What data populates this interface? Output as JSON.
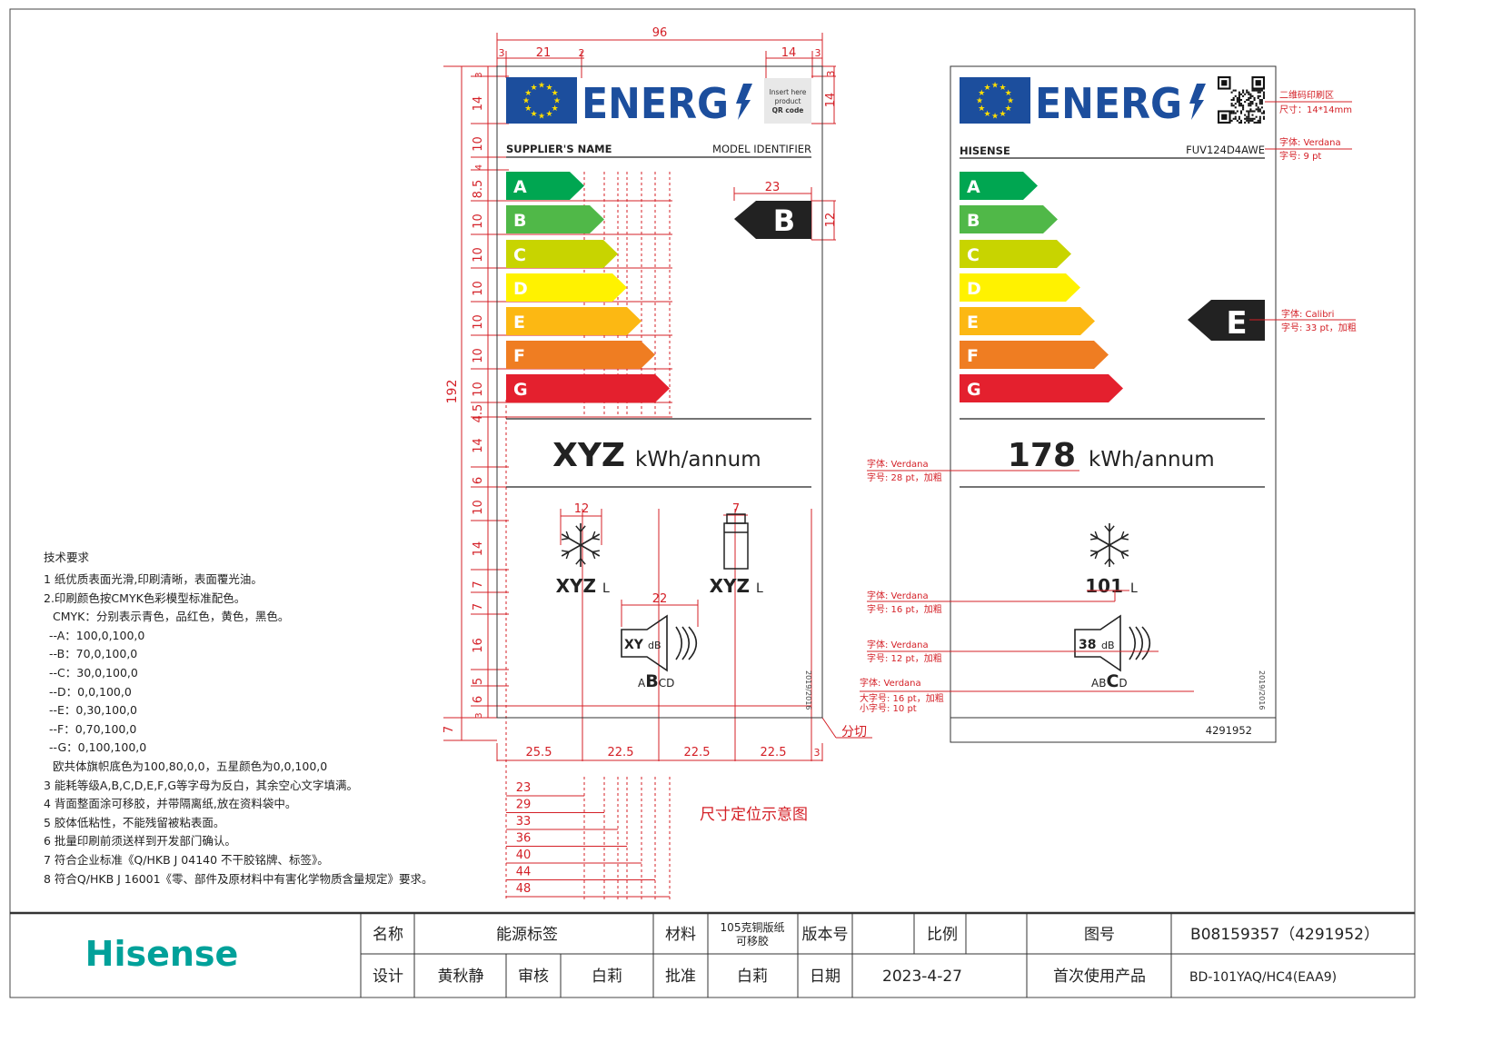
{
  "colors": {
    "A": "#00a651",
    "B": "#50b848",
    "C": "#c8d400",
    "D": "#fff200",
    "E": "#fcb813",
    "F": "#ef7d22",
    "G": "#e4202e",
    "eu_blue": "#1c4e9d",
    "star": "#ffde00",
    "dim_red": "#d42027",
    "hisense": "#00a19a"
  },
  "classes": [
    "A",
    "B",
    "C",
    "D",
    "E",
    "F",
    "G"
  ],
  "template_label": {
    "energy_word": "ENERG",
    "qr_placeholder": [
      "Insert here",
      "product",
      "QR code"
    ],
    "supplier": "SUPPLIER'S NAME",
    "model": "MODEL IDENTIFIER",
    "class_arrow": "B",
    "kwh_value": "XYZ",
    "kwh_unit": "kWh/annum",
    "freezer_value": "XYZ",
    "freezer_unit": "L",
    "fridge_value": "XYZ",
    "fridge_unit": "L",
    "noise_value": "XY",
    "noise_unit": "dB",
    "noise_classes": {
      "pre": "A",
      "big": "B",
      "post": "CD"
    },
    "regulation": "2019/2016"
  },
  "dimensions": {
    "top_total": "96",
    "top": [
      "3",
      "21",
      "2",
      "14",
      "3"
    ],
    "left": [
      "3",
      "14",
      "10",
      "4",
      "8.5",
      "10",
      "10",
      "10",
      "10",
      "10",
      "10",
      "4.5",
      "14",
      "6",
      "10",
      "14",
      "7",
      "7",
      "16",
      "5",
      "6",
      "3"
    ],
    "left_total": "192",
    "bottom_margin": "7",
    "bottom": [
      "25.5",
      "22.5",
      "22.5",
      "22.5",
      "3"
    ],
    "arrow_widths": [
      "23",
      "29",
      "33",
      "36",
      "40",
      "44",
      "48"
    ],
    "qr_height": "14",
    "qr_top": "3",
    "arrow_w": "23",
    "arrow_h": "12",
    "snow_w": "12",
    "bottle_w": "7",
    "speaker_w": "22",
    "cut_label": "分切",
    "diagram_title": "尺寸定位示意图"
  },
  "filled_label": {
    "energy_word": "ENERG",
    "supplier": "HISENSE",
    "model": "FUV124D4AWE",
    "class_arrow": "E",
    "kwh_value": "178",
    "kwh_unit": "kWh/annum",
    "volume_value": "101",
    "volume_unit": "L",
    "noise_value": "38",
    "noise_unit": "dB",
    "noise_classes": {
      "pre": "AB",
      "big": "C",
      "post": "D"
    },
    "regulation": "2019/2016",
    "label_number": "4291952"
  },
  "annotations": {
    "qr": [
      "二维码印刷区",
      "尺寸：14*14mm"
    ],
    "header_font": [
      "字体: Verdana",
      "字号: 9 pt"
    ],
    "arrow_font": [
      "字体: Calibri",
      "字号: 33 pt，加粗"
    ],
    "kwh_font": [
      "字体: Verdana",
      "字号: 28 pt，加粗"
    ],
    "volume_font": [
      "字体: Verdana",
      "字号: 16 pt，加粗"
    ],
    "noise_font": [
      "字体: Verdana",
      "字号: 12 pt，加粗"
    ],
    "noise_class_font": [
      "字体: Verdana",
      "大字号: 16 pt，加粗",
      "小字号: 10 pt"
    ]
  },
  "tech_requirements": {
    "title": "技术要求",
    "lines": [
      "1 纸优质表面光滑,印刷清晰，表面覆光油。",
      "2.印刷颜色按CMYK色彩模型标准配色。",
      " CMYK：分别表示青色，品红色，黄色，黑色。",
      "--A：100,0,100,0",
      "--B：70,0,100,0",
      "--C：30,0,100,0",
      "--D：0,0,100,0",
      "--E：0,30,100,0",
      "--F：0,70,100,0",
      "--G：0,100,100,0",
      " 欧共体旗帜底色为100,80,0,0，五星颜色为0,0,100,0",
      "3 能耗等级A,B,C,D,E,F,G等字母为反白，其余空心文字填满。",
      "4 背面整面涂可移胶，并带隔离纸,放在资料袋中。",
      "5 胶体低粘性，不能残留被粘表面。",
      "6 批量印刷前须送样到开发部门确认。",
      "7 符合企业标准《Q/HKB J 04140 不干胶铭牌、标签》。",
      "8 符合Q/HKB J 16001《零、部件及原材料中有害化学物质含量规定》要求。"
    ]
  },
  "title_block": {
    "logo": "Hisense",
    "name_label": "名称",
    "name": "能源标签",
    "material_label": "材料",
    "material": [
      "105克铜版纸",
      "可移胶"
    ],
    "version_label": "版本号",
    "version": "",
    "scale_label": "比例",
    "scale": "",
    "drawing_no_label": "图号",
    "drawing_no": "B08159357（4291952）",
    "design_label": "设计",
    "designer": "黄秋静",
    "review_label": "审核",
    "reviewer": "白莉",
    "approve_label": "批准",
    "approver": "白莉",
    "date_label": "日期",
    "date": "2023-4-27",
    "first_use_label": "首次使用产品",
    "first_use": "BD-101YAQ/HC4(EAA9)"
  }
}
